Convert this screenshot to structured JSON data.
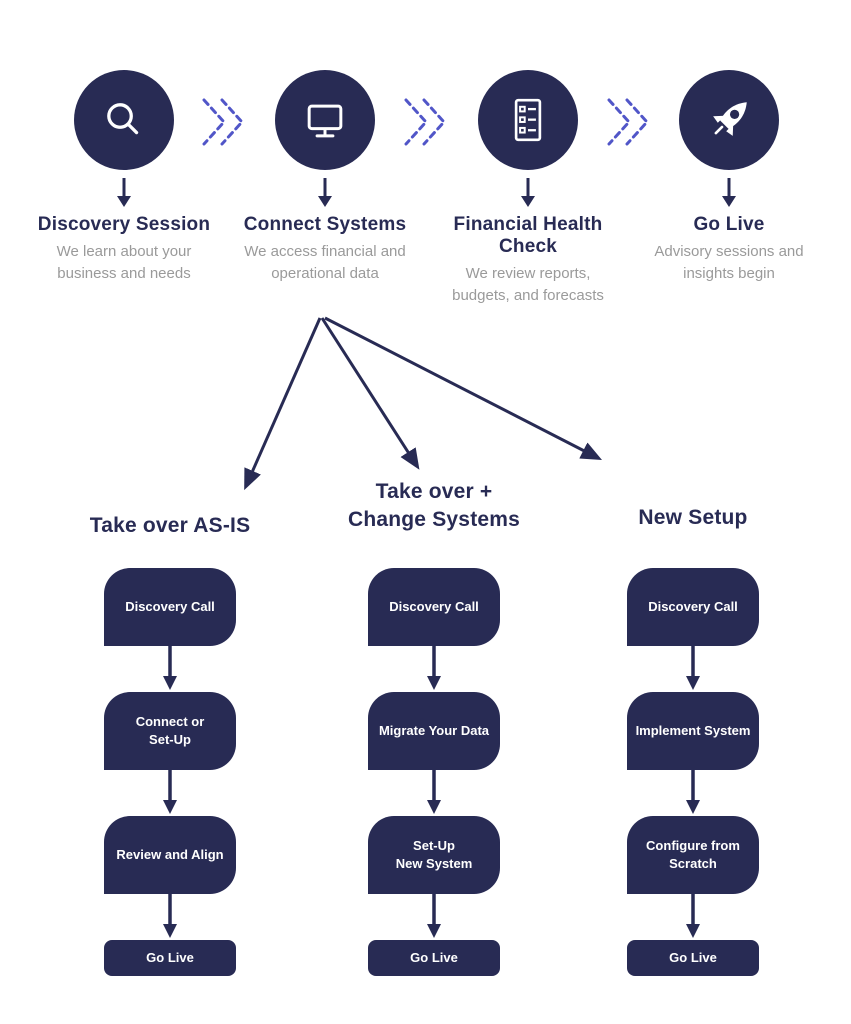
{
  "top_steps": [
    {
      "icon": "search",
      "title": "Discovery Session",
      "desc": "We learn about your business and needs"
    },
    {
      "icon": "monitor",
      "title": "Connect Systems",
      "desc": "We access financial and operational data"
    },
    {
      "icon": "checklist",
      "title": "Financial Health Check",
      "desc": "We review reports, budgets, and forecasts"
    },
    {
      "icon": "rocket",
      "title": "Go Live",
      "desc": "Advisory sessions and insights begin"
    }
  ],
  "branches": [
    {
      "heading": "Take over AS-IS",
      "steps": [
        "Discovery Call",
        "Connect or\nSet-Up",
        "Review and Align",
        "Go Live"
      ]
    },
    {
      "heading": "Take over +\nChange Systems",
      "steps": [
        "Discovery Call",
        "Migrate Your Data",
        "Set-Up\nNew System",
        "Go Live"
      ]
    },
    {
      "heading": "New Setup",
      "steps": [
        "Discovery Call",
        "Implement System",
        "Configure from\nScratch",
        "Go Live"
      ]
    }
  ],
  "colors": {
    "navy": "#282b54",
    "gray": "#9a9a9a",
    "indigo": "#5156c8"
  }
}
